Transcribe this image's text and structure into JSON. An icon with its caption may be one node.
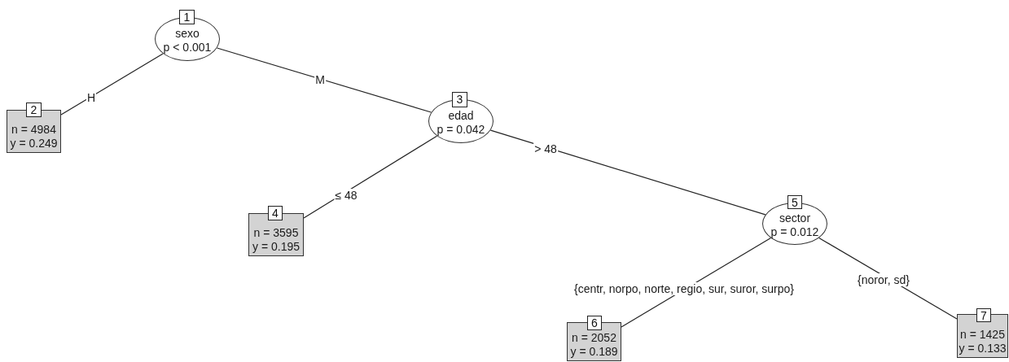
{
  "diagram": {
    "nodes": [
      {
        "text": [
          "1",
          "sexo",
          "p < 0.001"
        ]
      },
      {
        "text": [
          "2",
          "n = 4984",
          "y = 0.249"
        ]
      },
      {
        "text": [
          "3",
          "edad",
          "p = 0.042"
        ]
      },
      {
        "text": [
          "4",
          "n = 3595",
          "y = 0.195"
        ]
      },
      {
        "text": [
          "5",
          "sector",
          "p = 0.012"
        ]
      },
      {
        "text": [
          "6",
          "n = 2052",
          "y = 0.189"
        ]
      },
      {
        "text": [
          "7",
          "n = 1425",
          "y = 0.133"
        ]
      }
    ],
    "edges": [
      {
        "from": 0,
        "to": 1,
        "arrow": "none",
        "label": "H"
      },
      {
        "from": 0,
        "to": 2,
        "arrow": "none",
        "label": "M"
      },
      {
        "from": 2,
        "to": 3,
        "arrow": "none",
        "label": "≤ 48"
      },
      {
        "from": 2,
        "to": 4,
        "arrow": "none",
        "label": "> 48"
      },
      {
        "from": 4,
        "to": 5,
        "arrow": "none",
        "label": "{centr, norpo, norte, regio, sur, suror, surpo}"
      },
      {
        "from": 4,
        "to": 6,
        "arrow": "none",
        "label": "{noror, sd}"
      }
    ]
  }
}
